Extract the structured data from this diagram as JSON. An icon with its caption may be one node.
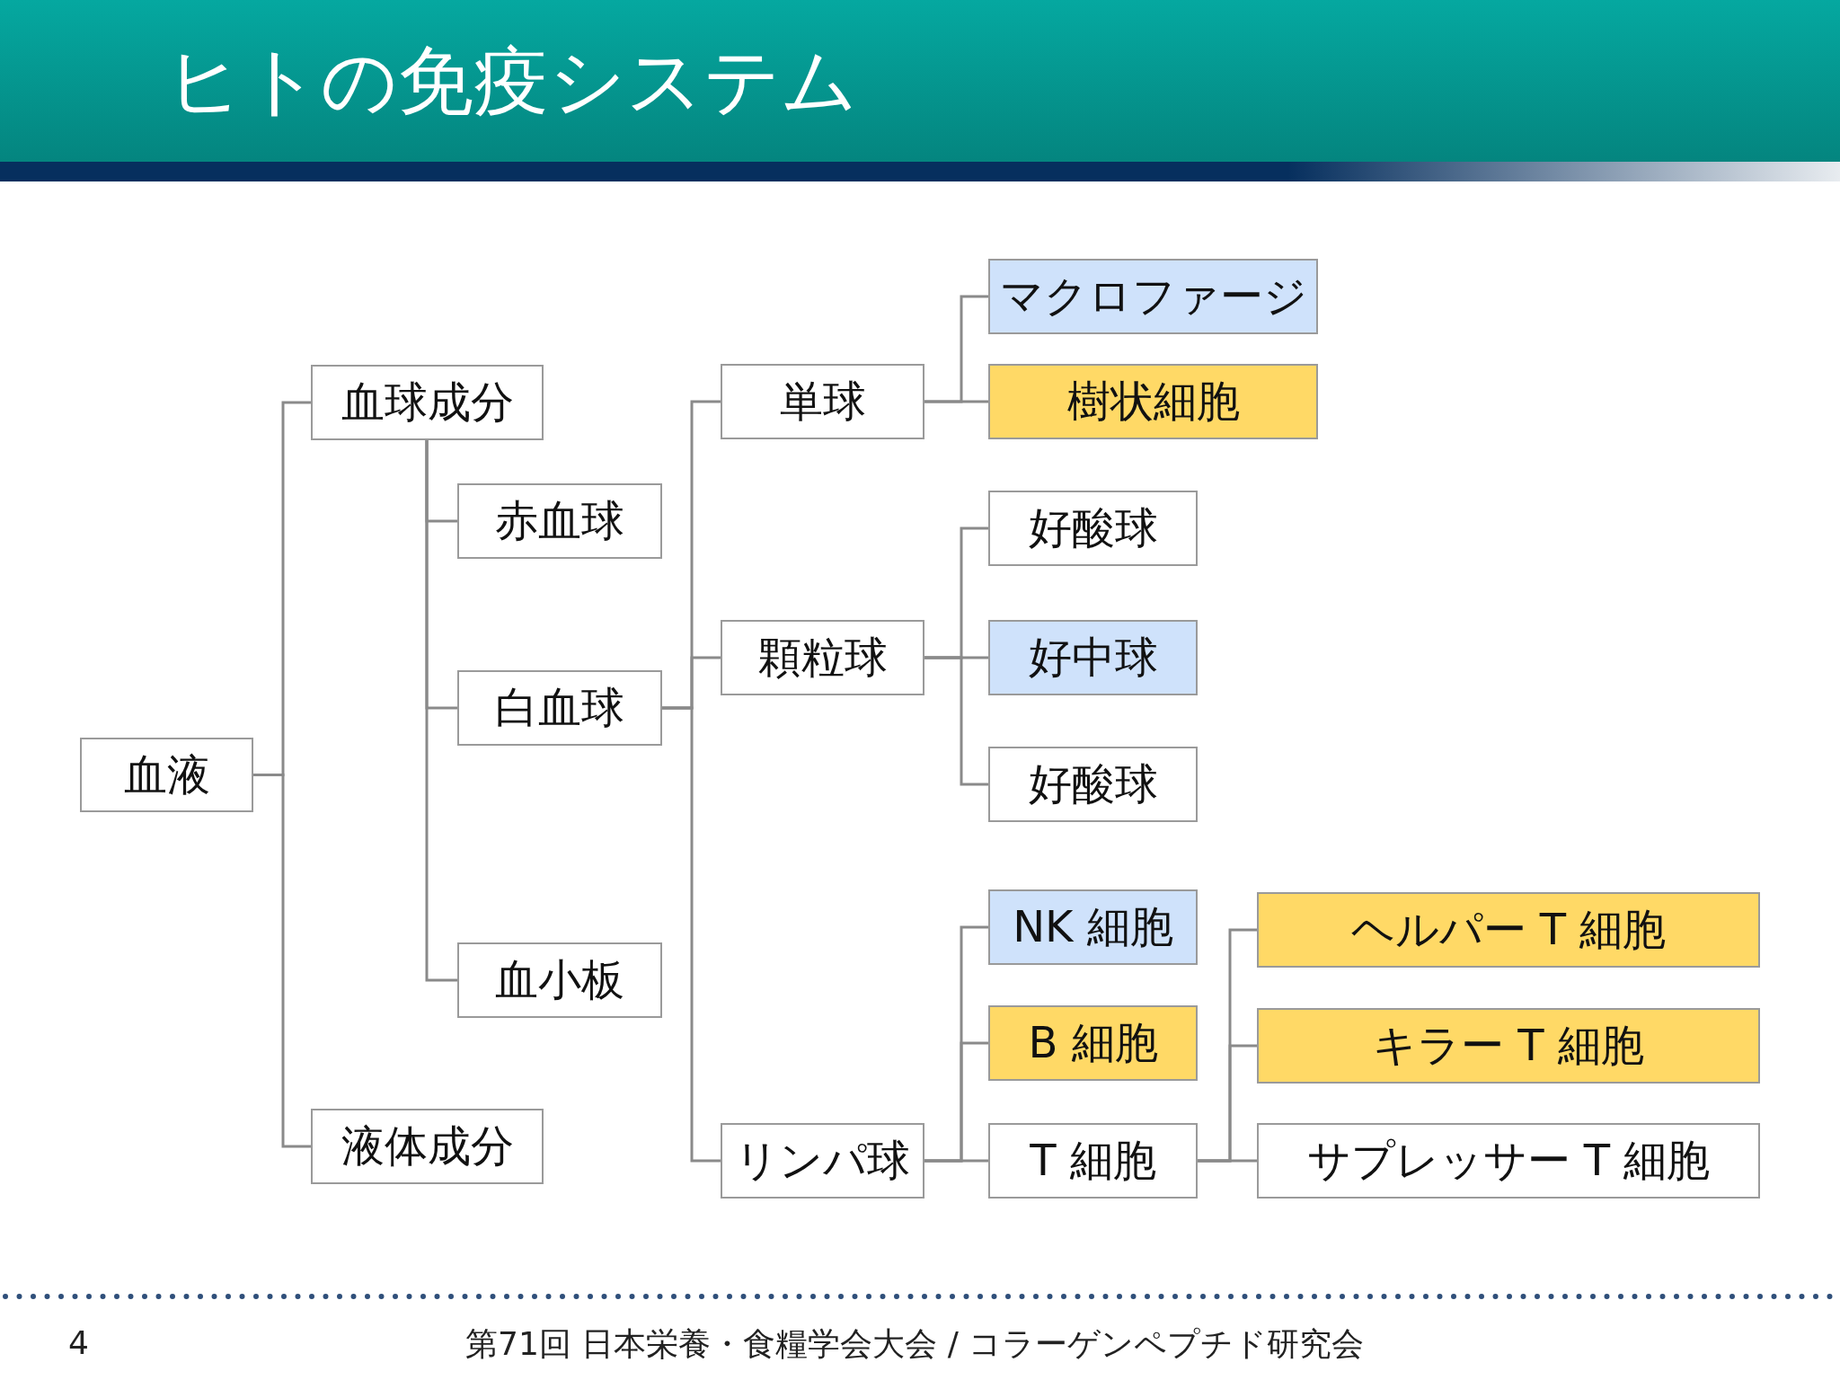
{
  "diagram": {
    "title": "ヒトの免疫システム",
    "nodes": [
      {
        "text": [
          "血液"
        ]
      },
      {
        "text": [
          "血球成分"
        ]
      },
      {
        "text": [
          "赤血球"
        ]
      },
      {
        "text": [
          "白血球"
        ]
      },
      {
        "text": [
          "血小板"
        ]
      },
      {
        "text": [
          "液体成分"
        ]
      },
      {
        "text": [
          "単球"
        ]
      },
      {
        "text": [
          "顆粒球"
        ]
      },
      {
        "text": [
          "リンパ球"
        ]
      },
      {
        "text": [
          "マクロファージ"
        ]
      },
      {
        "text": [
          "樹状細胞"
        ]
      },
      {
        "text": [
          "好酸球"
        ]
      },
      {
        "text": [
          "好中球"
        ]
      },
      {
        "text": [
          "好酸球"
        ]
      },
      {
        "text": [
          "NK 細胞"
        ]
      },
      {
        "text": [
          "B 細胞"
        ]
      },
      {
        "text": [
          "T 細胞"
        ]
      },
      {
        "text": [
          "ヘルパー T 細胞"
        ]
      },
      {
        "text": [
          "キラー T 細胞"
        ]
      },
      {
        "text": [
          "サプレッサー T 細胞"
        ]
      }
    ],
    "edges": [
      {
        "from": 0,
        "to": 1,
        "arrow": "none"
      },
      {
        "from": 0,
        "to": 5,
        "arrow": "none"
      },
      {
        "from": 1,
        "to": 2,
        "arrow": "none"
      },
      {
        "from": 1,
        "to": 3,
        "arrow": "none"
      },
      {
        "from": 1,
        "to": 4,
        "arrow": "none"
      },
      {
        "from": 3,
        "to": 6,
        "arrow": "none"
      },
      {
        "from": 3,
        "to": 7,
        "arrow": "none"
      },
      {
        "from": 3,
        "to": 8,
        "arrow": "none"
      },
      {
        "from": 6,
        "to": 9,
        "arrow": "none"
      },
      {
        "from": 6,
        "to": 10,
        "arrow": "none"
      },
      {
        "from": 7,
        "to": 11,
        "arrow": "none"
      },
      {
        "from": 7,
        "to": 12,
        "arrow": "none"
      },
      {
        "from": 7,
        "to": 13,
        "arrow": "none"
      },
      {
        "from": 8,
        "to": 14,
        "arrow": "none"
      },
      {
        "from": 8,
        "to": 15,
        "arrow": "none"
      },
      {
        "from": 8,
        "to": 16,
        "arrow": "none"
      },
      {
        "from": 16,
        "to": 17,
        "arrow": "none"
      },
      {
        "from": 16,
        "to": 18,
        "arrow": "none"
      },
      {
        "from": 16,
        "to": 19,
        "arrow": "none"
      }
    ],
    "labels": [
      "4",
      "第71回 日本栄養・食糧学会大会 / コラーゲンペプチド研究会"
    ]
  }
}
